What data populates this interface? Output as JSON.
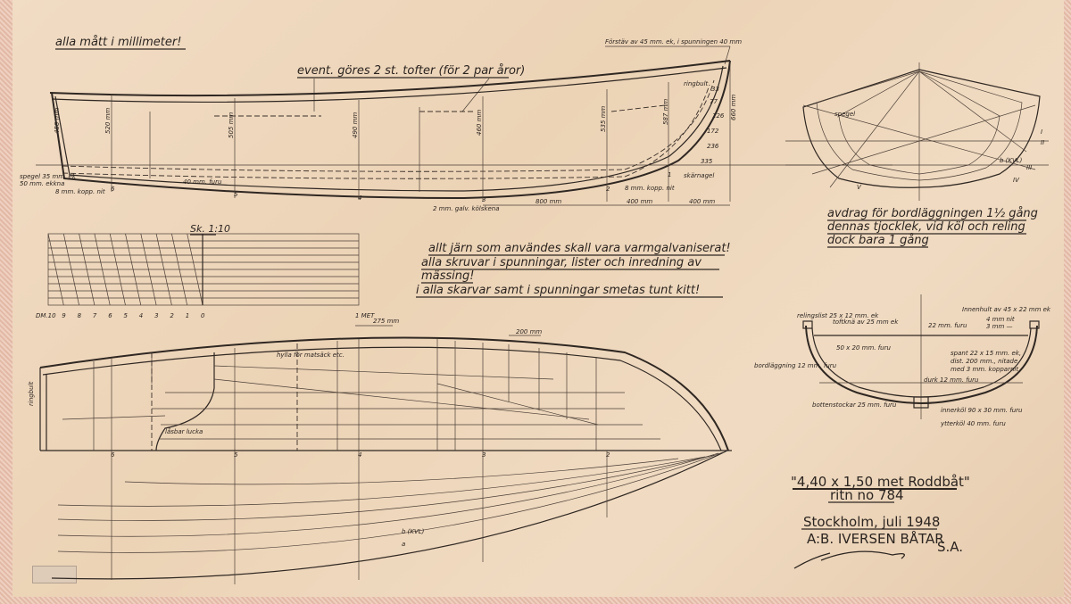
{
  "notes": {
    "units": "alla mått i millimeter!",
    "thwarts": "event. göres 2 st. tofter (för 2 par åror)",
    "stem": "Förstäv av 45 mm. ek, i spunningen 40 mm",
    "planking_1": "avdrag för bordläggningen 1½ gång",
    "planking_2": "dennas tjocklek, vid köl och reling",
    "planking_3": "dock bara 1 gång",
    "iron": "allt järn som användes skall vara varmgalvaniserat!",
    "screws_1": "alla skruvar i spunningar, lister och inredning av",
    "screws_2": "mässing!",
    "putty": "i alla skarvar samt i spunningar smetas tunt kitt!"
  },
  "profile": {
    "ringbult": "ringbult",
    "skarnagel": "skärnagel",
    "copper_rivet_bow": "8 mm. kopp. nit",
    "copper_rivet_stern": "8 mm. kopp. nit",
    "spegel_1": "spegel 35 mm. ek",
    "spegel_2": "50 mm. ekkna",
    "keel_furu": "40 mm. furu",
    "keel_band": "2 mm. galv. kölskena",
    "dims": [
      "800 mm",
      "400 mm",
      "400 mm"
    ],
    "heights": [
      "450 mm",
      "520 mm",
      "505 mm",
      "490 mm",
      "460 mm",
      "535 mm",
      "587 mm",
      "660 mm"
    ],
    "stations": [
      "6",
      "5",
      "4",
      "3",
      "2",
      "1"
    ],
    "stem_offsets": [
      "33",
      "77",
      "126",
      "172",
      "236",
      "335"
    ]
  },
  "scale": {
    "title": "Sk. 1:10",
    "labels": [
      "DM.10",
      "9",
      "8",
      "7",
      "6",
      "5",
      "4",
      "3",
      "2",
      "1",
      "0"
    ],
    "meter": "1 MET"
  },
  "plan": {
    "shelf": "hylla för matsäck etc.",
    "hatch": "låsbar lucka",
    "ringbult": "ringbult",
    "dim_275": "275 mm",
    "dim_200": "200 mm",
    "kvl": "b (KVL)",
    "line_a": "a",
    "stations": [
      "6",
      "5",
      "4",
      "3",
      "2"
    ]
  },
  "bodyplan": {
    "kvl": "b (KVL)",
    "spegel": "spegel",
    "roman": [
      "I",
      "II",
      "III",
      "IV",
      "V"
    ]
  },
  "section": {
    "relingslist": "relingslist 25 x 12 mm. ek",
    "toftkna": "toftknä av 25 mm ek",
    "innenhult": "Innenhult av 45 x 22 mm ek",
    "nit": "4 mm nit",
    "three_mm": "3 mm —",
    "furu22": "22 mm. furu",
    "furu50": "50 x 20 mm. furu",
    "spant_1": "spant 22 x 15 mm. ek,",
    "spant_2": "dist. 200 mm., nitade",
    "spant_3": "med 3 mm. kopparnit",
    "bordlaggning": "bordläggning 12 mm. furu",
    "durk": "durk 12 mm. furu",
    "bottenstockar": "bottenstockar 25 mm. furu",
    "innerkol": "innerköl 90 x 30 mm. furu",
    "ytterkol": "ytterköl 40 mm. furu"
  },
  "title_block": {
    "name": "\"4,40 x 1,50 met  Roddbåt\"",
    "drawing_no": "ritn no 784",
    "place_date": "Stockholm, juli 1948",
    "company": "A:B. IVERSEN BÅTAR",
    "company_suffix": "S.A.",
    "signature": "Jan m. Iversen"
  }
}
